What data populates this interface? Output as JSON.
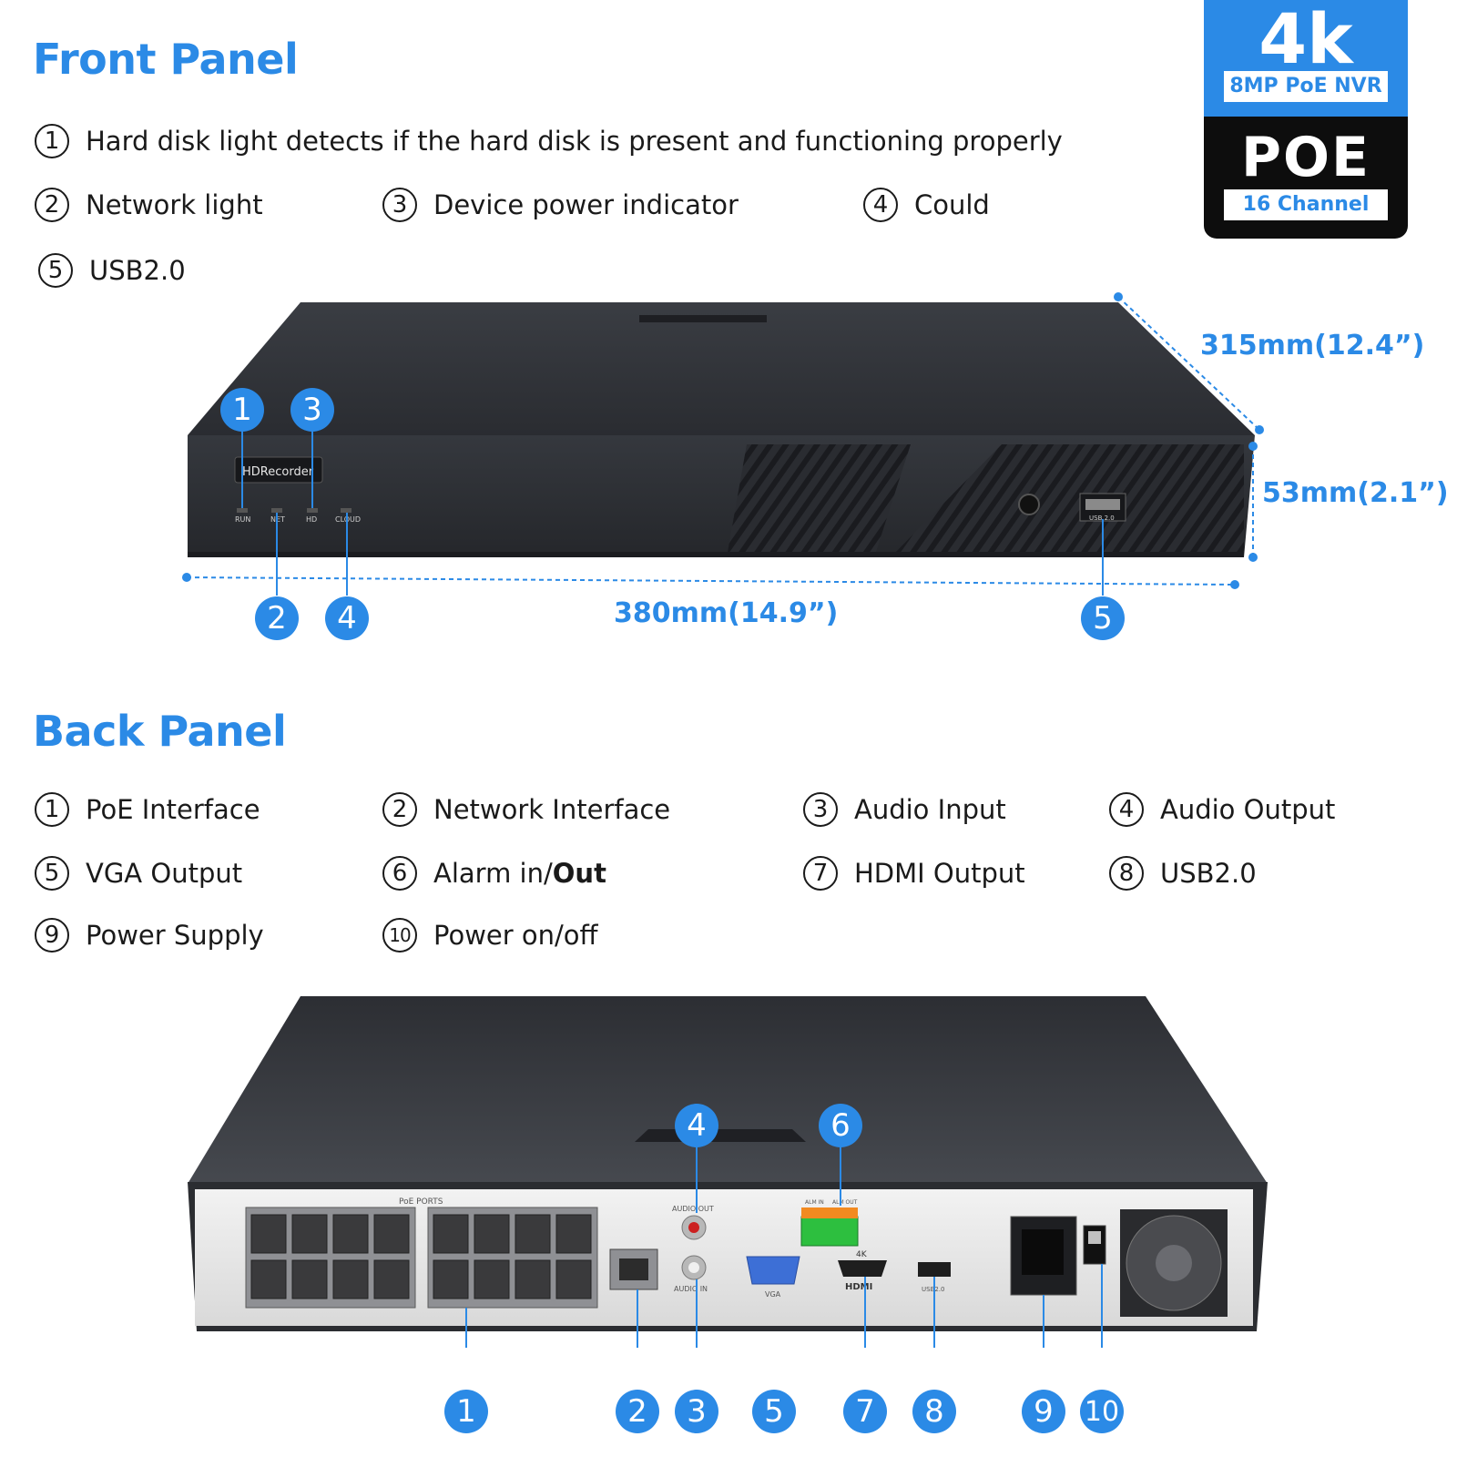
{
  "badge": {
    "resolution": "4k",
    "model": "8MP PoE NVR",
    "poe": "POE",
    "channels": "16 Channel"
  },
  "front_panel": {
    "title": "Front Panel",
    "items": [
      {
        "num": "1",
        "label": "Hard disk light detects if the hard disk is present and functioning properly"
      },
      {
        "num": "2",
        "label": "Network light"
      },
      {
        "num": "3",
        "label": "Device power indicator"
      },
      {
        "num": "4",
        "label": "Could"
      },
      {
        "num": "5",
        "label": "USB2.0"
      }
    ],
    "device_label": "HDRecorder",
    "led_labels": [
      "RUN",
      "NET",
      "HD",
      "CLOUD"
    ],
    "usb_label": "USB 2.0",
    "dimensions": {
      "depth": "315mm(12.4”)",
      "height": "53mm(2.1”)",
      "width": "380mm(14.9”)"
    }
  },
  "back_panel": {
    "title": "Back Panel",
    "items": [
      {
        "num": "1",
        "label": "PoE Interface"
      },
      {
        "num": "2",
        "label": "Network Interface"
      },
      {
        "num": "3",
        "label": "Audio Input"
      },
      {
        "num": "4",
        "label": "Audio Output"
      },
      {
        "num": "5",
        "label": "VGA Output"
      },
      {
        "num": "6",
        "label_regular": "Alarm in/",
        "label_bold": "Out"
      },
      {
        "num": "7",
        "label": "HDMI Output"
      },
      {
        "num": "8",
        "label": "USB2.0"
      },
      {
        "num": "9",
        "label": "Power Supply"
      },
      {
        "num": "10",
        "label": "Power on/off"
      }
    ],
    "port_labels": {
      "poe": "PoE PORTS",
      "audio_out": "AUDIO OUT",
      "audio_in": "AUDIO IN",
      "vga": "VGA",
      "hdmi": "HDMI",
      "hdmi_4k": "4K",
      "usb": "USB2.0",
      "alarm_in": "ALM IN",
      "alarm_out": "ALM OUT"
    }
  },
  "colors": {
    "accent": "#2b8ae6",
    "device": "#2e3035",
    "text": "#1a1a1a"
  }
}
